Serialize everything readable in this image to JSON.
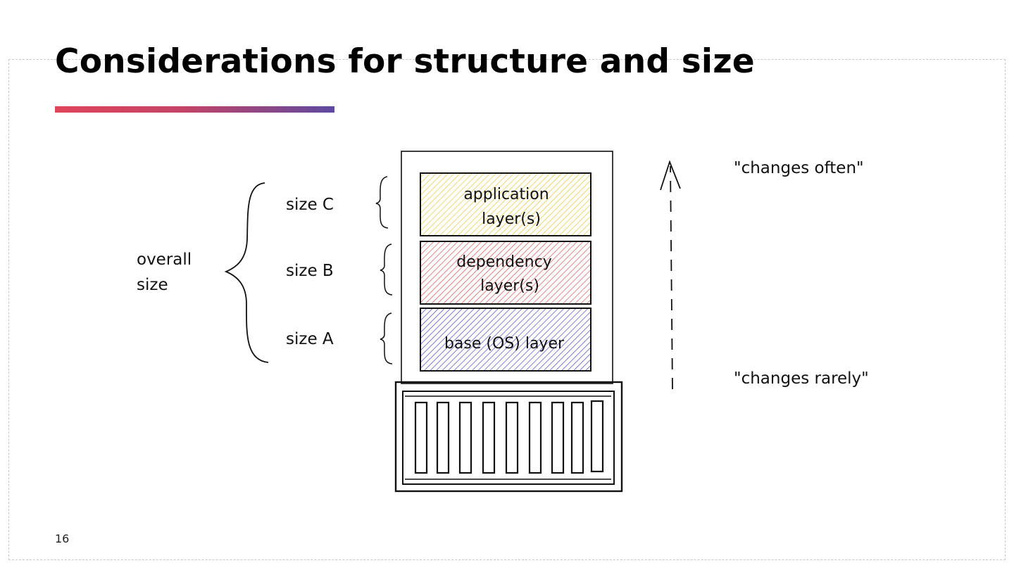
{
  "slide": {
    "title": "Considerations for structure and size",
    "page_number": "16"
  },
  "diagram": {
    "layers": [
      {
        "line1": "application",
        "line2": "layer(s)",
        "color": "#e8c020"
      },
      {
        "line1": "dependency",
        "line2": "layer(s)",
        "color": "#e04040"
      },
      {
        "line1": "base (OS) layer",
        "line2": "",
        "color": "#3a3ad0"
      }
    ],
    "size_labels": {
      "size_c": "size C",
      "size_b": "size B",
      "size_a": "size A",
      "overall_line1": "overall",
      "overall_line2": "size"
    },
    "change_labels": {
      "often": "\"changes often\"",
      "rarely": "\"changes rarely\""
    }
  }
}
